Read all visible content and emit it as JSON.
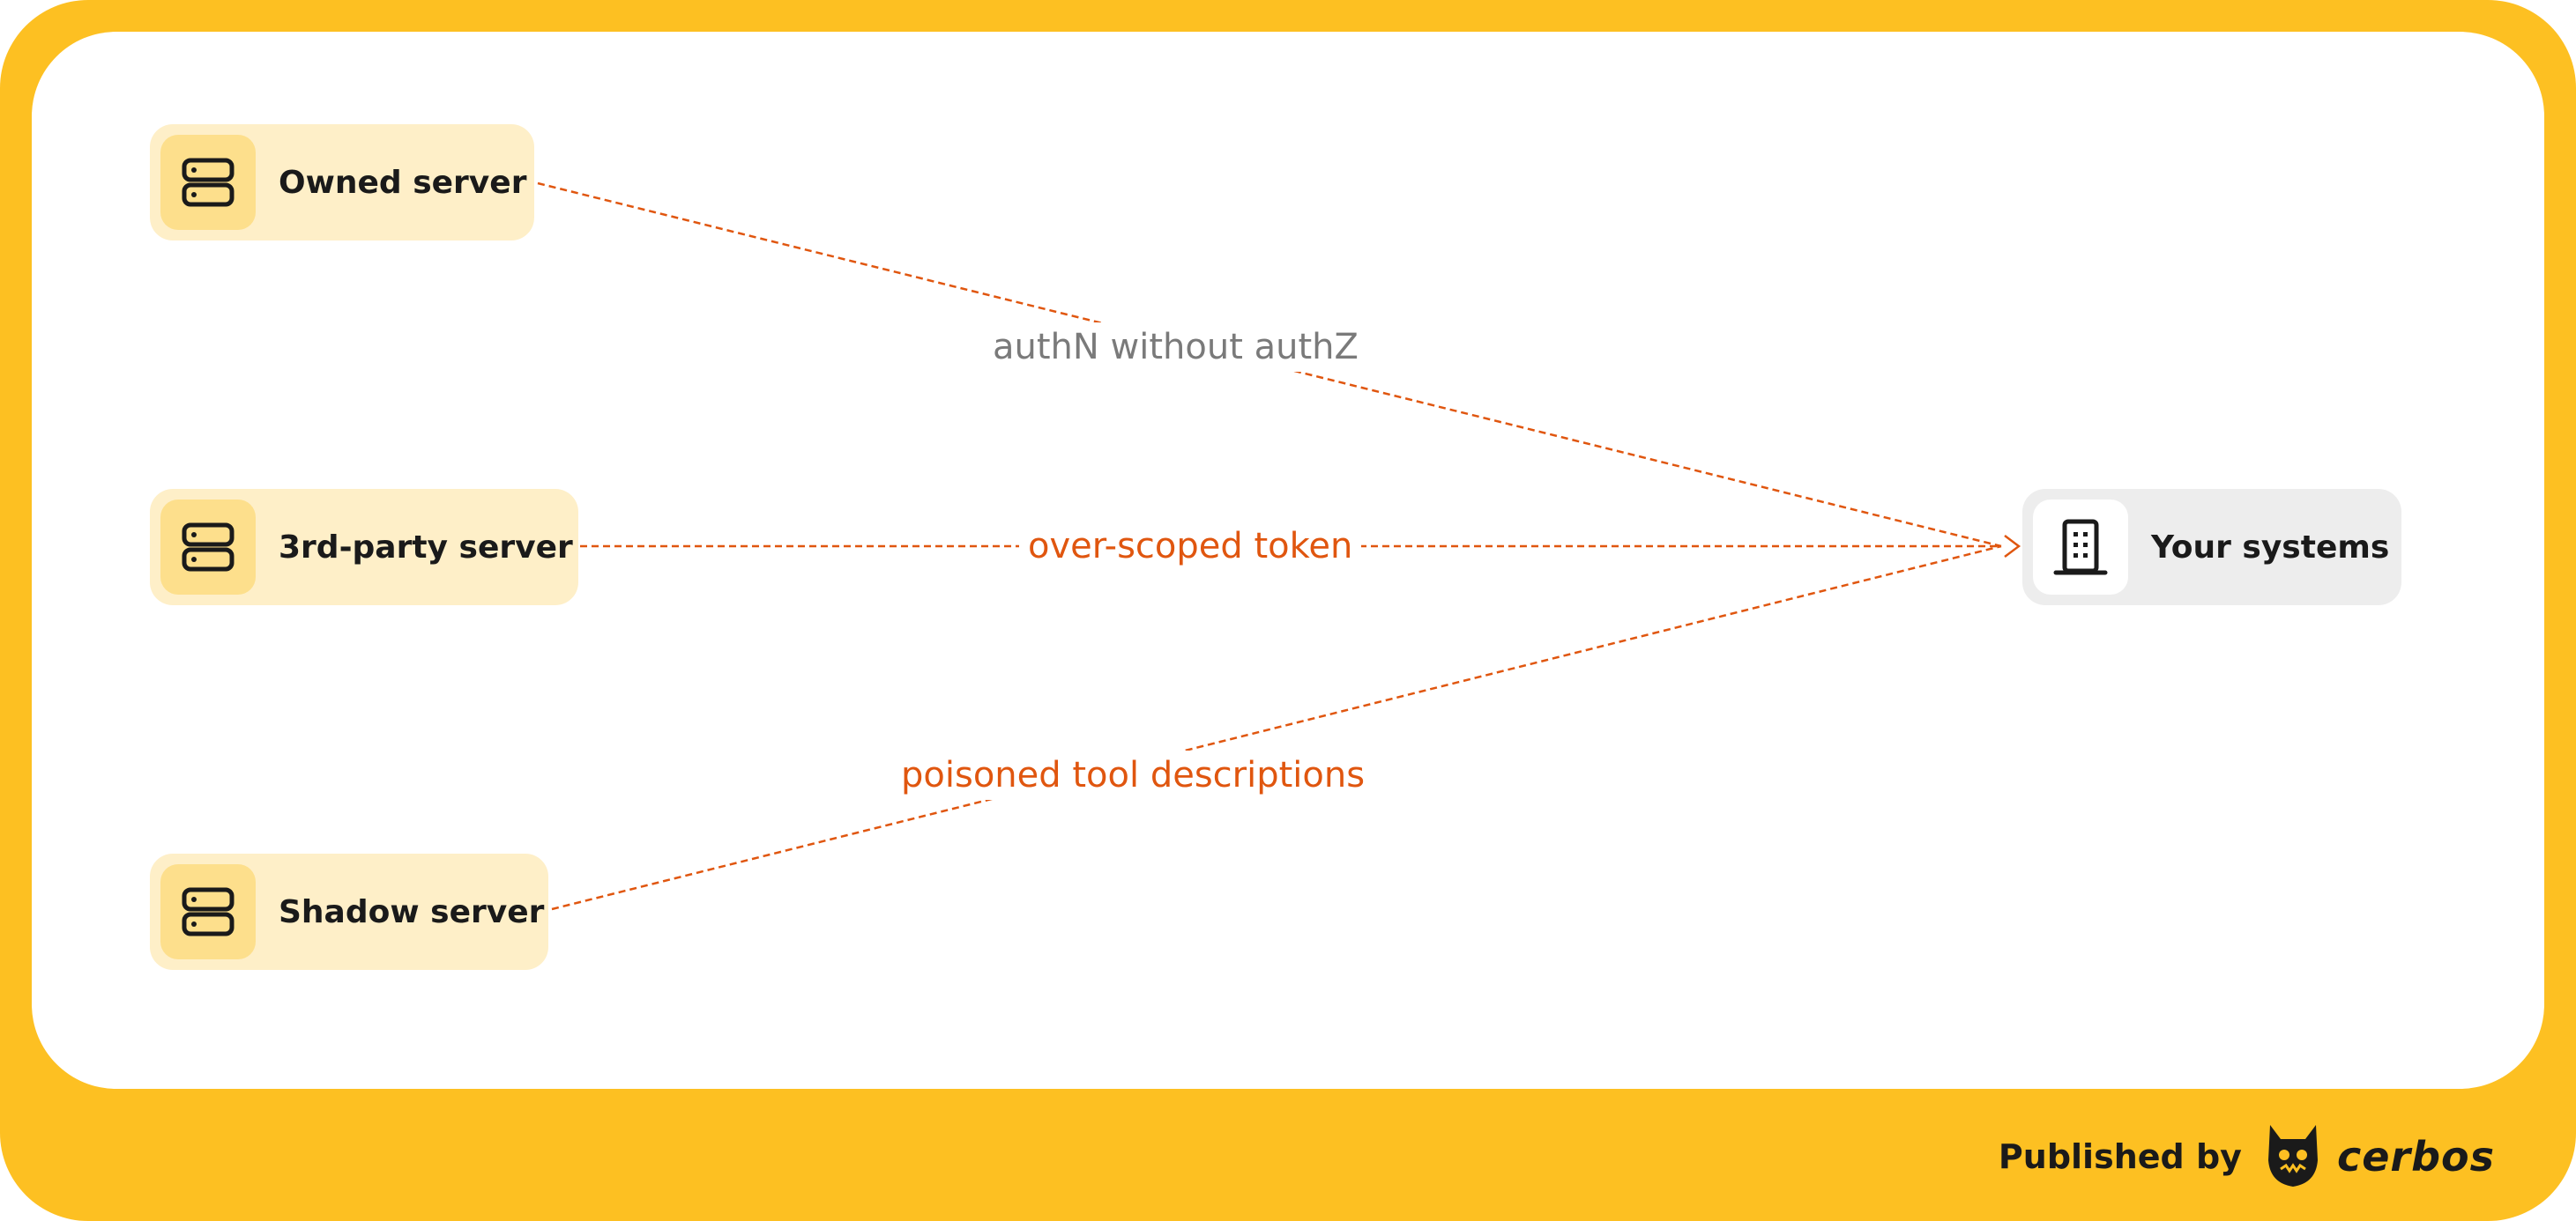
{
  "nodes": {
    "owned": {
      "label": "Owned server",
      "icon": "server-icon"
    },
    "third_party": {
      "label": "3rd-party server",
      "icon": "server-icon"
    },
    "shadow": {
      "label": "Shadow server",
      "icon": "server-icon"
    },
    "target": {
      "label": "Your systems",
      "icon": "building-icon"
    }
  },
  "edges": {
    "owned": {
      "label": "authN without authZ"
    },
    "third_party": {
      "label": "over-scoped token"
    },
    "shadow": {
      "label": "poisoned tool descriptions"
    }
  },
  "footer": {
    "published_by": "Published by",
    "brand": "cerbos",
    "brand_icon": "cerbos-mascot-logo"
  },
  "colors": {
    "frame": "#FDC022",
    "source_node": "#FEEFC8",
    "target_node": "#EDEDED",
    "edge": "#E0560F",
    "muted_label": "#7A7A7A"
  }
}
